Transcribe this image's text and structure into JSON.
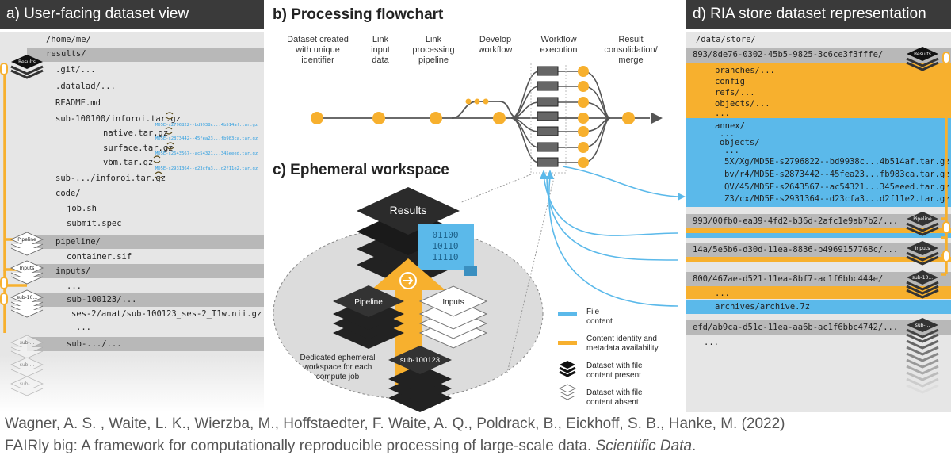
{
  "panel_a": {
    "title": "a) User-facing dataset view",
    "rows": [
      "/home/me/",
      "results/",
      ".git/...",
      ".datalad/...",
      "README.md",
      "sub-100100/inforoi.tar.gz",
      "native.tar.gz",
      "surface.tar.gz",
      "vbm.tar.gz",
      "sub-.../inforoi.tar.gz",
      "code/",
      "job.sh",
      "submit.spec",
      "pipeline/",
      "container.sif",
      "inputs/",
      "...",
      "sub-100123/...",
      "ses-2/anat/sub-100123_ses-2_T1w.nii.gz",
      "...",
      "sub-.../..."
    ],
    "keys": [
      "MD5E-s2796822--bd9938c...4b514af.tar.gz",
      "MD5E-s2873442--45fea23...fb983ca.tar.gz",
      "MD5E-s2643567--ac54321...345eeed.tar.gz",
      "MD5E-s2931364--d23cfa3...d2f11e2.tar.gz"
    ],
    "stack_labels": [
      "Results",
      "Pipeline",
      "Inputs",
      "sub-10...",
      "sub-...",
      "sub-...",
      "sub-..."
    ]
  },
  "panel_b": {
    "title": "b) Processing flowchart",
    "steps": [
      "Dataset created with unique identifier",
      "Link input data",
      "Link processing pipeline",
      "Develop workflow",
      "Workflow execution",
      "Result consolidation/ merge"
    ]
  },
  "panel_c": {
    "title": "c) Ephemeral workspace",
    "results_label": "Results",
    "pipeline_label": "Pipeline",
    "inputs_label": "Inputs",
    "sub_label": "sub-100123",
    "binary": [
      "01100",
      "10110",
      "11110"
    ],
    "workspace_note": "Dedicated ephemeral workspace for each compute job"
  },
  "legend": {
    "items": [
      {
        "text": "File content",
        "color": "#5bb9ea"
      },
      {
        "text": "Content identity and metadata availability",
        "color": "#f7b02e"
      },
      {
        "text": "Dataset with file content present"
      },
      {
        "text": "Dataset with file content absent"
      }
    ]
  },
  "panel_d": {
    "title": "d) RIA store dataset representation",
    "rows": [
      "/data/store/",
      "893/8de76-0302-45b5-9825-3c6ce3f3fffe/",
      "branches/...",
      "config",
      "refs/...",
      "objects/...",
      "...",
      "annex/",
      "...",
      "objects/",
      "...",
      "5X/Xg/MD5E-s2796822--bd9938c...4b514af.tar.gz",
      "bv/r4/MD5E-s2873442--45fea23...fb983ca.tar.gz",
      "QV/45/MD5E-s2643567--ac54321...345eeed.tar.gz",
      "Z3/cx/MD5E-s2931364--d23cfa3...d2f11e2.tar.gz",
      "993/00fb0-ea39-4fd2-b36d-2afc1e9ab7b2/...",
      "14a/5e5b6-d30d-11ea-8836-b4969157768c/...",
      "800/467ae-d521-11ea-8bf7-ac1f6bbc444e/",
      "...",
      "archives/archive.7z",
      "efd/ab9ca-d51c-11ea-aa6b-ac1f6bbc4742/...",
      "..."
    ],
    "stack_labels": [
      "Results",
      "Pipeline",
      "Inputs",
      "sub-10...",
      "sub-..."
    ]
  },
  "caption": {
    "line1": "Wagner, A. S. , Waite, L. K., Wierzba, M., Hoffstaedter, F. Waite, A. Q., Poldrack, B., Eickhoff, S. B., Hanke, M. (2022)",
    "line2_plain": "FAIRly big: A framework for computationally reproducible processing of large-scale data. ",
    "line2_journal": "Scientific Data",
    "line2_end": "."
  },
  "colors": {
    "orange": "#f7b02e",
    "blue": "#5bb9ea",
    "dark": "#3a3a3a",
    "panel_grey": "#e6e6e6"
  }
}
